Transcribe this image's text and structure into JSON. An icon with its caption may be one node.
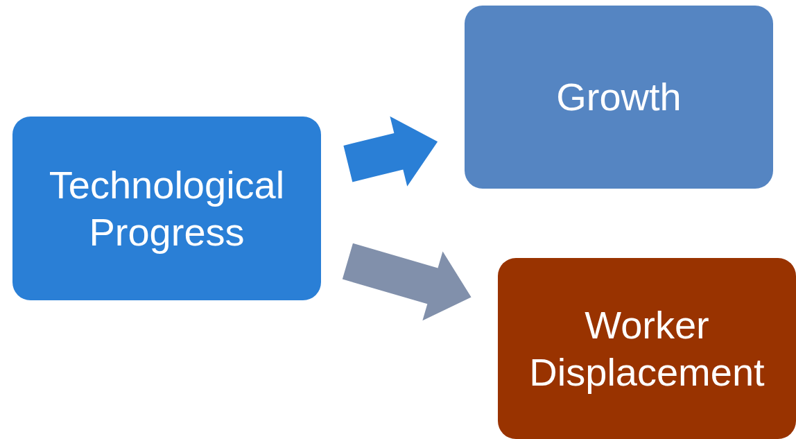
{
  "diagram": {
    "nodes": [
      {
        "text": [
          "Technological Progress"
        ]
      },
      {
        "text": [
          "Growth"
        ]
      },
      {
        "text": [
          "Worker Displacement"
        ]
      }
    ],
    "edges": [
      {
        "from": 0,
        "to": 1,
        "arrow": "to",
        "style": "thick",
        "color": "#2a7fd6"
      },
      {
        "from": 0,
        "to": 2,
        "arrow": "to",
        "style": "thick",
        "color": "#8190ab"
      }
    ]
  }
}
